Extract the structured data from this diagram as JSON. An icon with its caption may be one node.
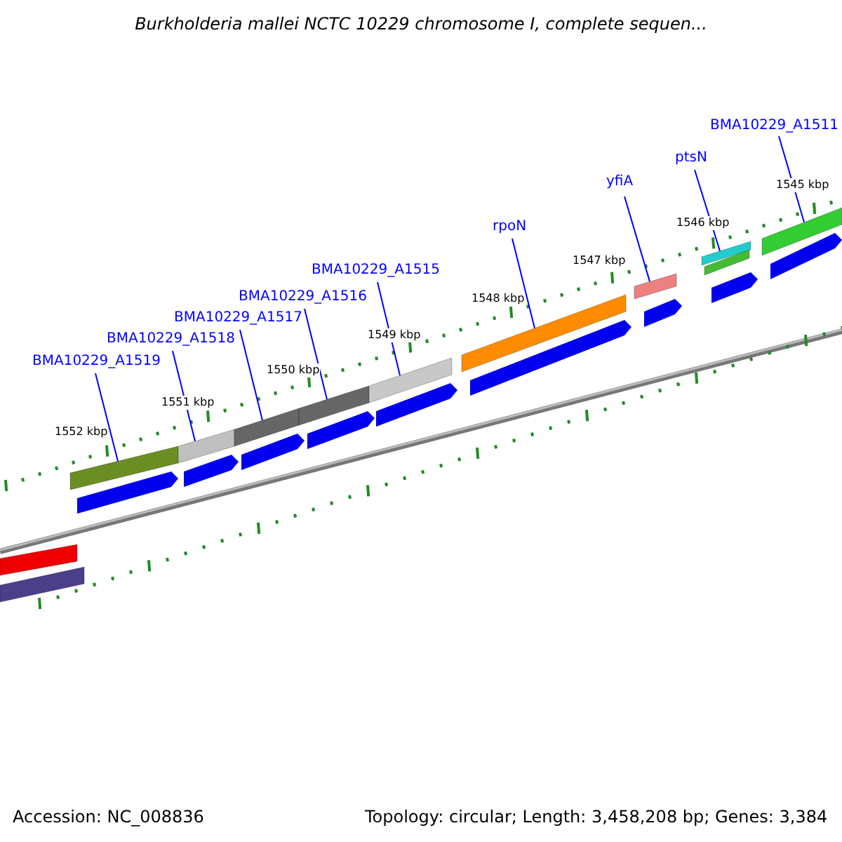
{
  "diagram": {
    "title": "Burkholderia mallei NCTC 10229 chromosome I, complete sequen...",
    "nodes": [
      {
        "text": [
          "BMA10229_A1511"
        ]
      },
      {
        "text": [
          "ptsN"
        ]
      },
      {
        "text": [
          "yfiA"
        ]
      },
      {
        "text": [
          "rpoN"
        ]
      },
      {
        "text": [
          "BMA10229_A1515"
        ]
      },
      {
        "text": [
          "BMA10229_A1516"
        ]
      },
      {
        "text": [
          "BMA10229_A1517"
        ]
      },
      {
        "text": [
          "BMA10229_A1518"
        ]
      },
      {
        "text": [
          "BMA10229_A1519"
        ]
      },
      {
        "text": [],
        "shape": "bar"
      },
      {
        "text": [],
        "shape": "bar"
      },
      {
        "text": [],
        "shape": "bar"
      },
      {
        "text": [],
        "shape": "bar"
      },
      {
        "text": [],
        "shape": "bar"
      },
      {
        "text": [],
        "shape": "bar"
      },
      {
        "text": [],
        "shape": "bar"
      },
      {
        "text": [],
        "shape": "bar"
      },
      {
        "text": [],
        "shape": "bar"
      },
      {
        "text": [],
        "shape": "pentagon"
      },
      {
        "text": [],
        "shape": "pentagon"
      },
      {
        "text": [],
        "shape": "pentagon"
      },
      {
        "text": [],
        "shape": "pentagon"
      },
      {
        "text": [],
        "shape": "pentagon"
      },
      {
        "text": [],
        "shape": "pentagon"
      },
      {
        "text": [],
        "shape": "pentagon"
      },
      {
        "text": [],
        "shape": "pentagon"
      },
      {
        "text": [],
        "shape": "pentagon"
      },
      {
        "text": [],
        "shape": "bar"
      },
      {
        "text": [],
        "shape": "bar"
      },
      {
        "text": [],
        "shape": "bar"
      }
    ],
    "edges": [
      {
        "from": 0,
        "to": 17,
        "arrow": "none"
      },
      {
        "from": 1,
        "to": 16,
        "arrow": "none"
      },
      {
        "from": 2,
        "to": 15,
        "arrow": "none"
      },
      {
        "from": 3,
        "to": 14,
        "arrow": "none"
      },
      {
        "from": 4,
        "to": 13,
        "arrow": "none"
      },
      {
        "from": 5,
        "to": 12,
        "arrow": "none"
      },
      {
        "from": 6,
        "to": 11,
        "arrow": "none"
      },
      {
        "from": 7,
        "to": 10,
        "arrow": "none"
      },
      {
        "from": 8,
        "to": 9,
        "arrow": "none"
      }
    ],
    "labels": [
      "1545 kbp",
      "1546 kbp",
      "1547 kbp",
      "1548 kbp",
      "1549 kbp",
      "1550 kbp",
      "1551 kbp",
      "1552 kbp",
      "Accession: NC_008836",
      "Topology: circular; Length: 3,458,208 bp; Genes: 3,384"
    ]
  }
}
